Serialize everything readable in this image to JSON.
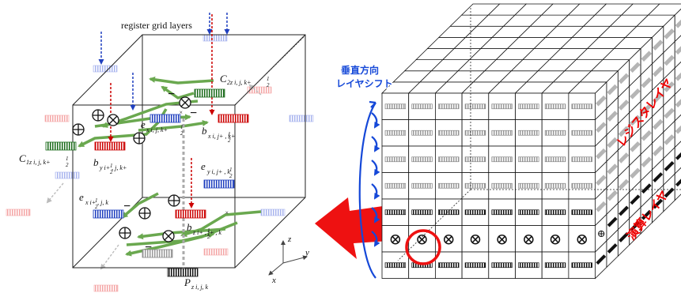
{
  "left_diagram": {
    "title": "register grid layers",
    "C2z": "C",
    "C2z_sub": "2z  i, j, k+",
    "C1z": "C",
    "C1z_sub": "1z  i, j, k+",
    "ex_top": "e",
    "ex_top_sub": "x i, j, k+",
    "bx": "b",
    "bx_sub": "x i, j+  , k+",
    "by": "b",
    "by_sub": "y i+  , j, k+",
    "ey": "e",
    "ey_sub": "y i, j+  , k",
    "ex_bot": "e",
    "ex_bot_sub": "x i+  , j, k",
    "bz": "b",
    "bz_sub": "z i+  , j+  , k",
    "Pz": "P",
    "Pz_sub": "z  i, j, k",
    "half_num": "1",
    "half_den": "2",
    "times_half": "×",
    "minus": "−",
    "axis_z": "z",
    "axis_y": "y",
    "axis_x": "x"
  },
  "right_diagram": {
    "vertical_shift_line1": "垂直方向",
    "vertical_shift_line2": "レイヤシフト",
    "register_layer_label": "レジスタレイヤ",
    "compute_layer_label": "演算レイヤ",
    "op_symbol": "⊗",
    "plus_symbol": "⊕"
  },
  "colors": {
    "green_arrow": "#6aa84f",
    "red_reg": "#cc0000",
    "blue_reg": "#1f3fbf",
    "faint_red": "#f4a6a6",
    "faint_blue": "#a8b4ee",
    "big_arrow": "#ee1111",
    "label_red": "#ee0000",
    "shift_blue": "#1548d8",
    "dark_green_reg": "#1a6a1a"
  }
}
